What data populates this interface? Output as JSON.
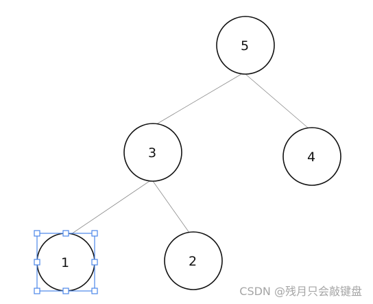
{
  "diagram": {
    "nodes": [
      {
        "id": "n5",
        "label": "5"
      },
      {
        "id": "n3",
        "label": "3"
      },
      {
        "id": "n4",
        "label": "4"
      },
      {
        "id": "n1",
        "label": "1",
        "selected": true
      },
      {
        "id": "n2",
        "label": "2"
      }
    ],
    "edges": [
      {
        "from": "n5",
        "to": "n3"
      },
      {
        "from": "n5",
        "to": "n4"
      },
      {
        "from": "n3",
        "to": "n1"
      },
      {
        "from": "n3",
        "to": "n2"
      }
    ],
    "selection_color": "#4a86e8"
  },
  "watermark": {
    "text": "CSDN @残月只会敲键盘"
  }
}
